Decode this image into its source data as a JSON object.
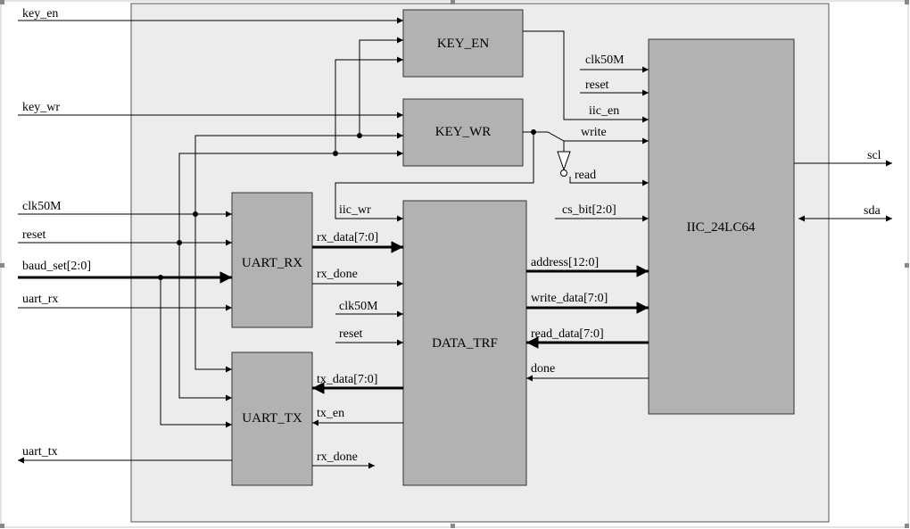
{
  "colors": {
    "panel_fill": "#ececec",
    "block_fill": "#b2b2b2",
    "wire": "#000000"
  },
  "blocks": {
    "key_en": "KEY_EN",
    "key_wr": "KEY_WR",
    "uart_rx": "UART_RX",
    "uart_tx": "UART_TX",
    "data_trf": "DATA_TRF",
    "iic": "IIC_24LC64"
  },
  "ports": {
    "key_en": "key_en",
    "key_wr": "key_wr",
    "clk50m": "clk50M",
    "reset": "reset",
    "baud_set": "baud_set[2:0]",
    "uart_rx": "uart_rx",
    "uart_tx": "uart_tx",
    "scl": "scl",
    "sda": "sda"
  },
  "signals": {
    "iic_clk": "clk50M",
    "iic_reset": "reset",
    "iic_en": "iic_en",
    "write": "write",
    "read": "read",
    "cs_bit": "cs_bit[2:0]",
    "iic_wr": "iic_wr",
    "rx_data": "rx_data[7:0]",
    "rx_done": "rx_done",
    "trf_clk": "clk50M",
    "trf_reset": "reset",
    "tx_data": "tx_data[7:0]",
    "tx_en": "tx_en",
    "tx_done": "rx_done",
    "address": "address[12:0]",
    "write_data": "write_data[7:0]",
    "read_data": "read_data[7:0]",
    "done": "done"
  }
}
